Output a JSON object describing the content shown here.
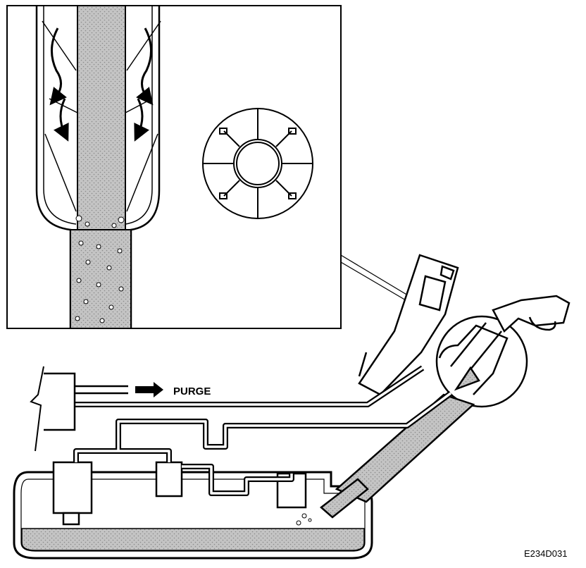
{
  "labels": {
    "purge": "PURGE",
    "figure_code": "E234D031"
  },
  "icons": {
    "flow_arrow": "arrow-right-icon",
    "fuel_bubbles": "bubble-dots",
    "break_line": "zigzag-break"
  },
  "colors": {
    "line": "#000000",
    "fuel_fill": "#b8b8b8",
    "background": "#ffffff"
  }
}
